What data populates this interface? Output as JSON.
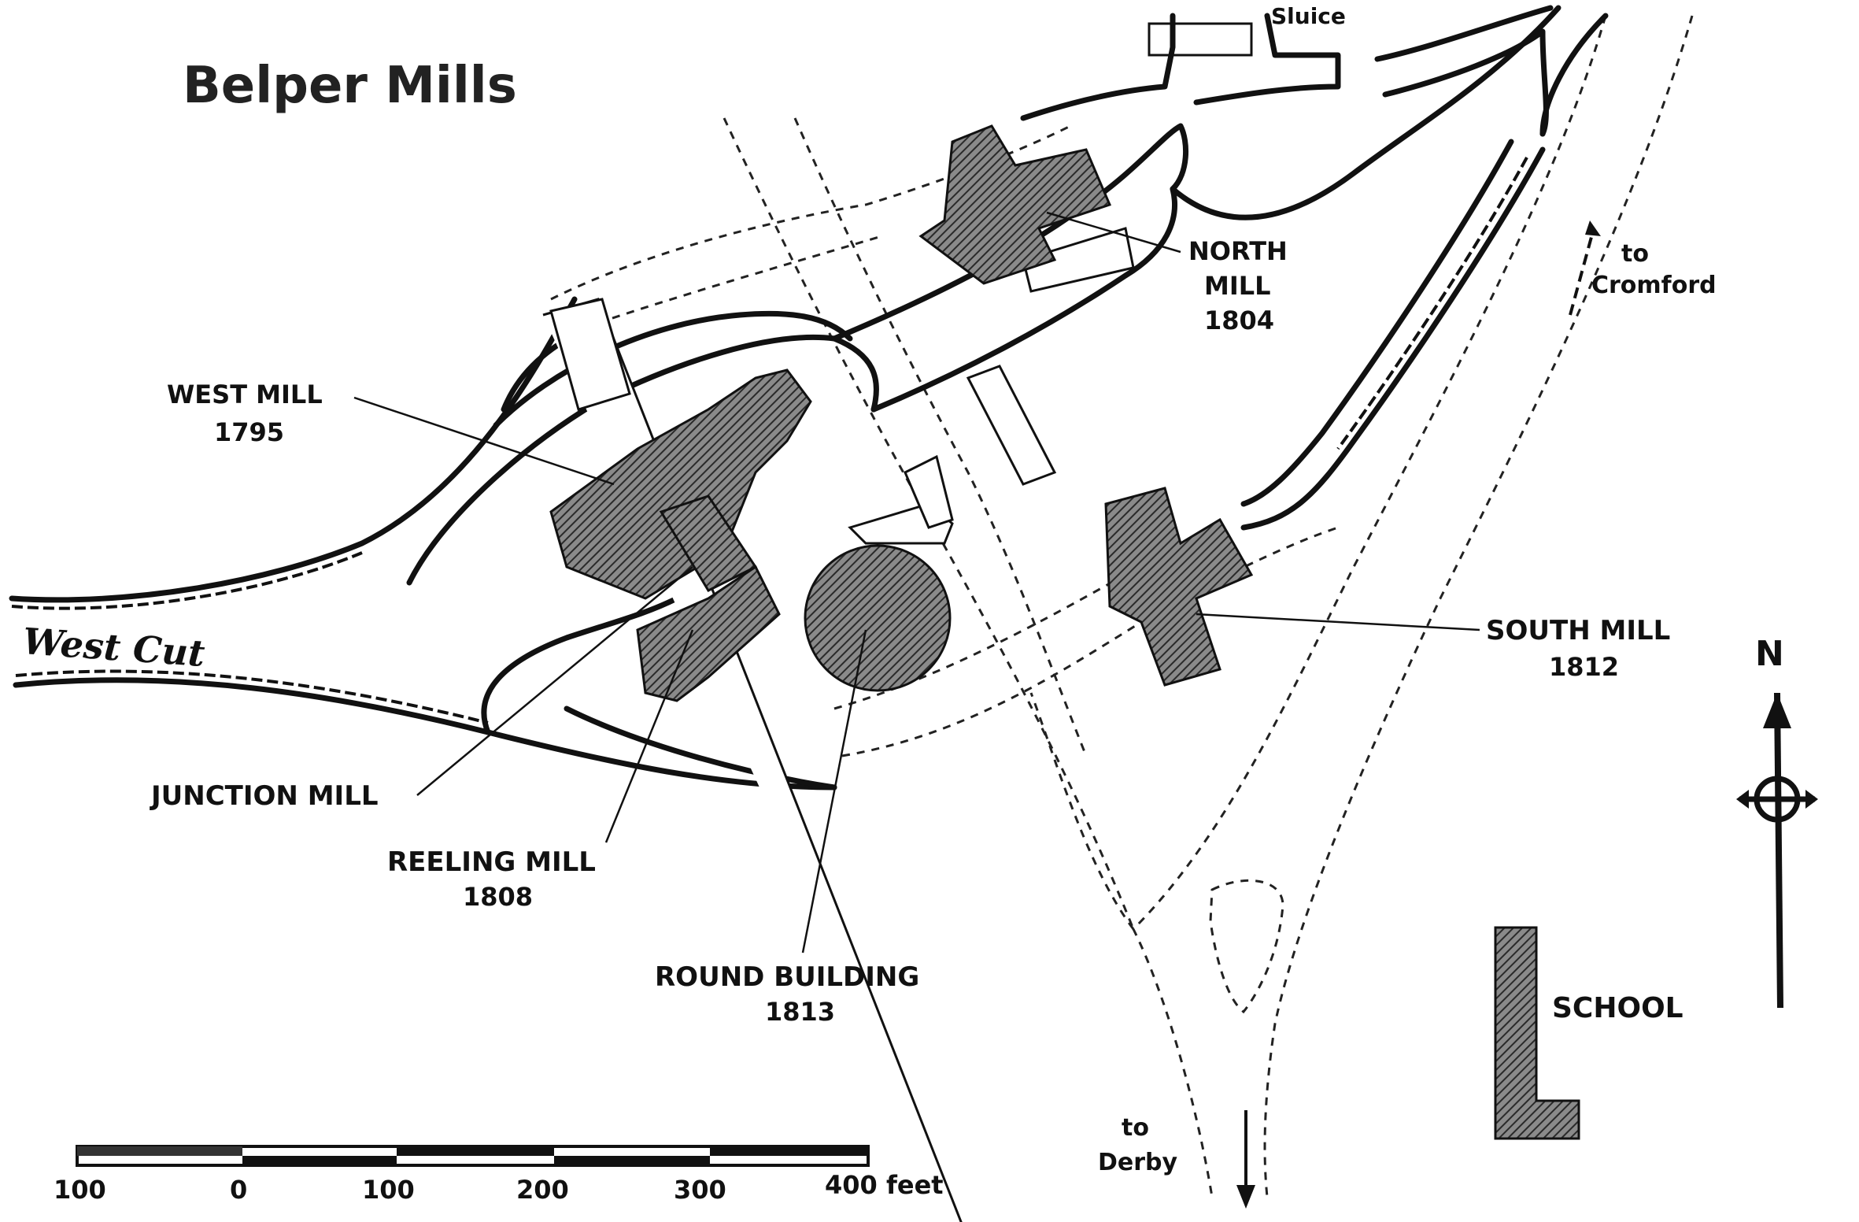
{
  "title": "Belper Mills",
  "labels": {
    "sluice": "Sluice",
    "north_mill": [
      "NORTH",
      "MILL",
      "1804"
    ],
    "west_mill": [
      "WEST MILL",
      "1795"
    ],
    "south_mill": [
      "SOUTH MILL",
      "1812"
    ],
    "junction_mill": "JUNCTION MILL",
    "reeling_mill": [
      "REELING MILL",
      "1808"
    ],
    "round_building": [
      "ROUND BUILDING",
      "1813"
    ],
    "school": "SCHOOL",
    "west_cut": "West Cut",
    "to_cromford": [
      "to",
      "Cromford"
    ],
    "to_derby": [
      "to",
      "Derby"
    ],
    "north": "N"
  },
  "scale": {
    "ticks": [
      "100",
      "0",
      "100",
      "200",
      "300",
      "400 feet"
    ]
  }
}
